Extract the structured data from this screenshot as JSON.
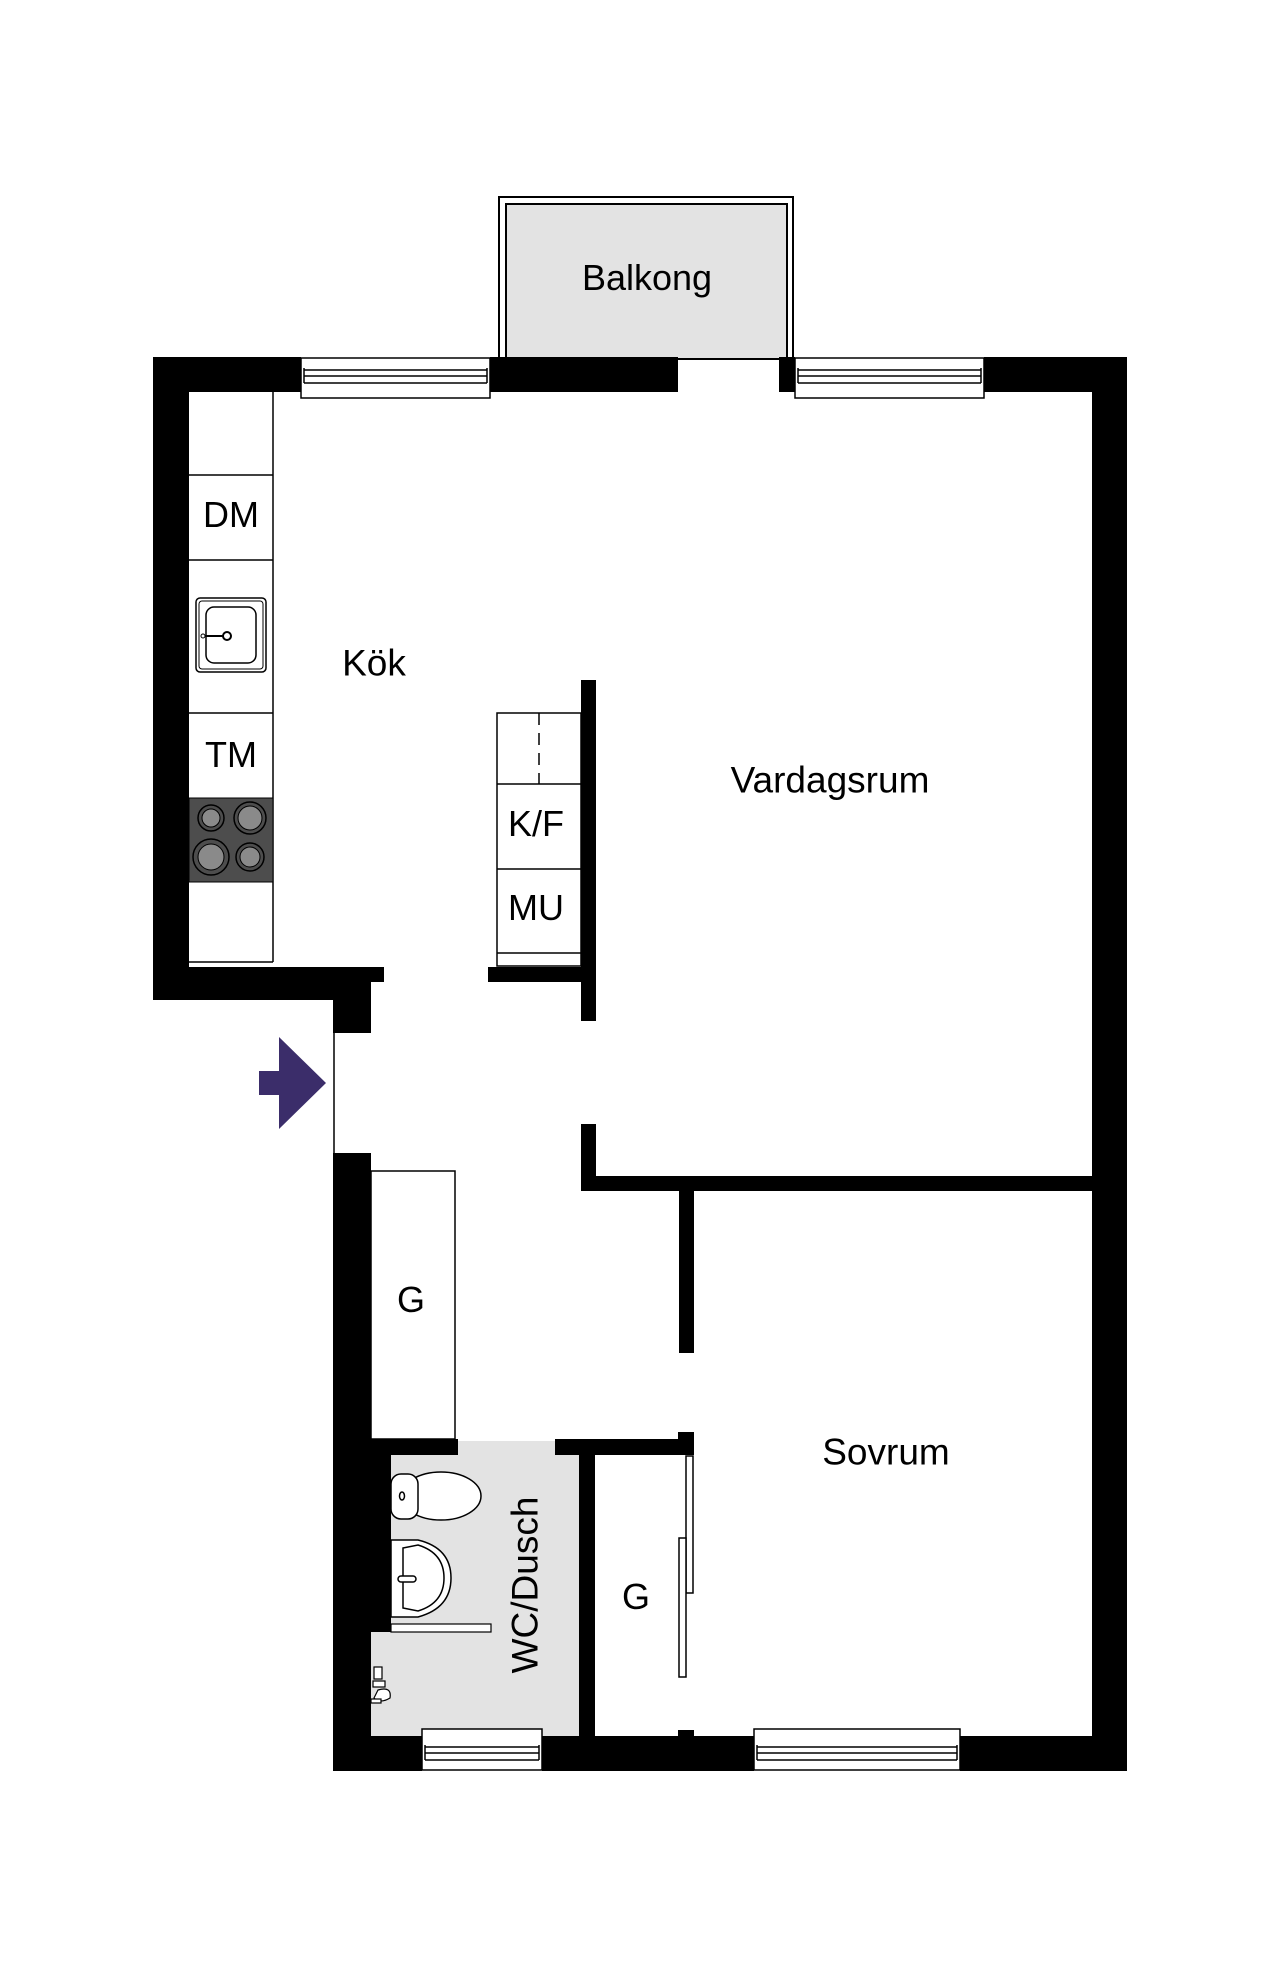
{
  "plan": {
    "colors": {
      "wall": "#000000",
      "floor": "#ffffff",
      "wet_room": "#e3e3e3",
      "balcony": "#e3e3e3",
      "stove": "#4d4d4d",
      "burner": "#8a8a8a",
      "entrance_arrow": "#3b2d6a"
    },
    "rooms": {
      "balcony": "Balkong",
      "kitchen": "Kök",
      "living_room": "Vardagsrum",
      "bedroom": "Sovrum",
      "bathroom": "WC/Dusch",
      "hall_closet": "G",
      "bedroom_closet": "G"
    },
    "fixtures": {
      "dishwasher": "DM",
      "washing_machine": "TM",
      "fridge_freezer": "K/F",
      "microwave": "MU"
    },
    "icons": {
      "entrance": "entrance-arrow-icon",
      "sink": "kitchen-sink-icon",
      "stove": "stove-icon",
      "toilet": "toilet-icon",
      "washbasin": "washbasin-icon",
      "shower": "shower-icon",
      "window": "window-icon",
      "sliding_door": "sliding-door-icon"
    }
  }
}
